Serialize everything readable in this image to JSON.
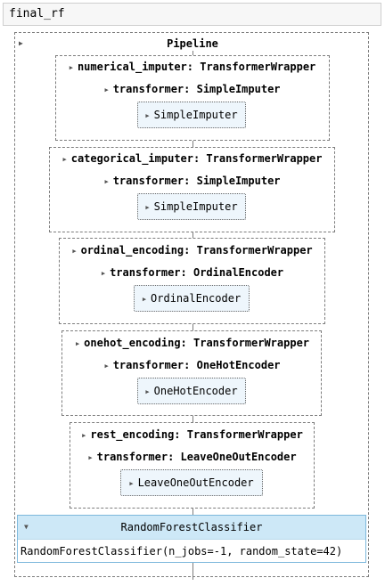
{
  "cell": {
    "code": "final_rf"
  },
  "pipeline": {
    "title": "Pipeline",
    "steps": [
      {
        "wrapper_label": "numerical_imputer: TransformerWrapper",
        "inner_label": "transformer: SimpleImputer",
        "estimator": "SimpleImputer"
      },
      {
        "wrapper_label": "categorical_imputer: TransformerWrapper",
        "inner_label": "transformer: SimpleImputer",
        "estimator": "SimpleImputer"
      },
      {
        "wrapper_label": "ordinal_encoding: TransformerWrapper",
        "inner_label": "transformer: OrdinalEncoder",
        "estimator": "OrdinalEncoder"
      },
      {
        "wrapper_label": "onehot_encoding: TransformerWrapper",
        "inner_label": "transformer: OneHotEncoder",
        "estimator": "OneHotEncoder"
      },
      {
        "wrapper_label": "rest_encoding: TransformerWrapper",
        "inner_label": "transformer: LeaveOneOutEncoder",
        "estimator": "LeaveOneOutEncoder"
      }
    ],
    "final_estimator": {
      "name": "RandomForestClassifier",
      "params": "RandomForestClassifier(n_jobs=-1, random_state=42)"
    }
  },
  "icons": {
    "collapsed": "triangle-right",
    "expanded": "triangle-down"
  },
  "colors": {
    "estimator_fill": "#eef6fc",
    "final_header": "#cde8f7",
    "border": "#7d7d7d"
  }
}
